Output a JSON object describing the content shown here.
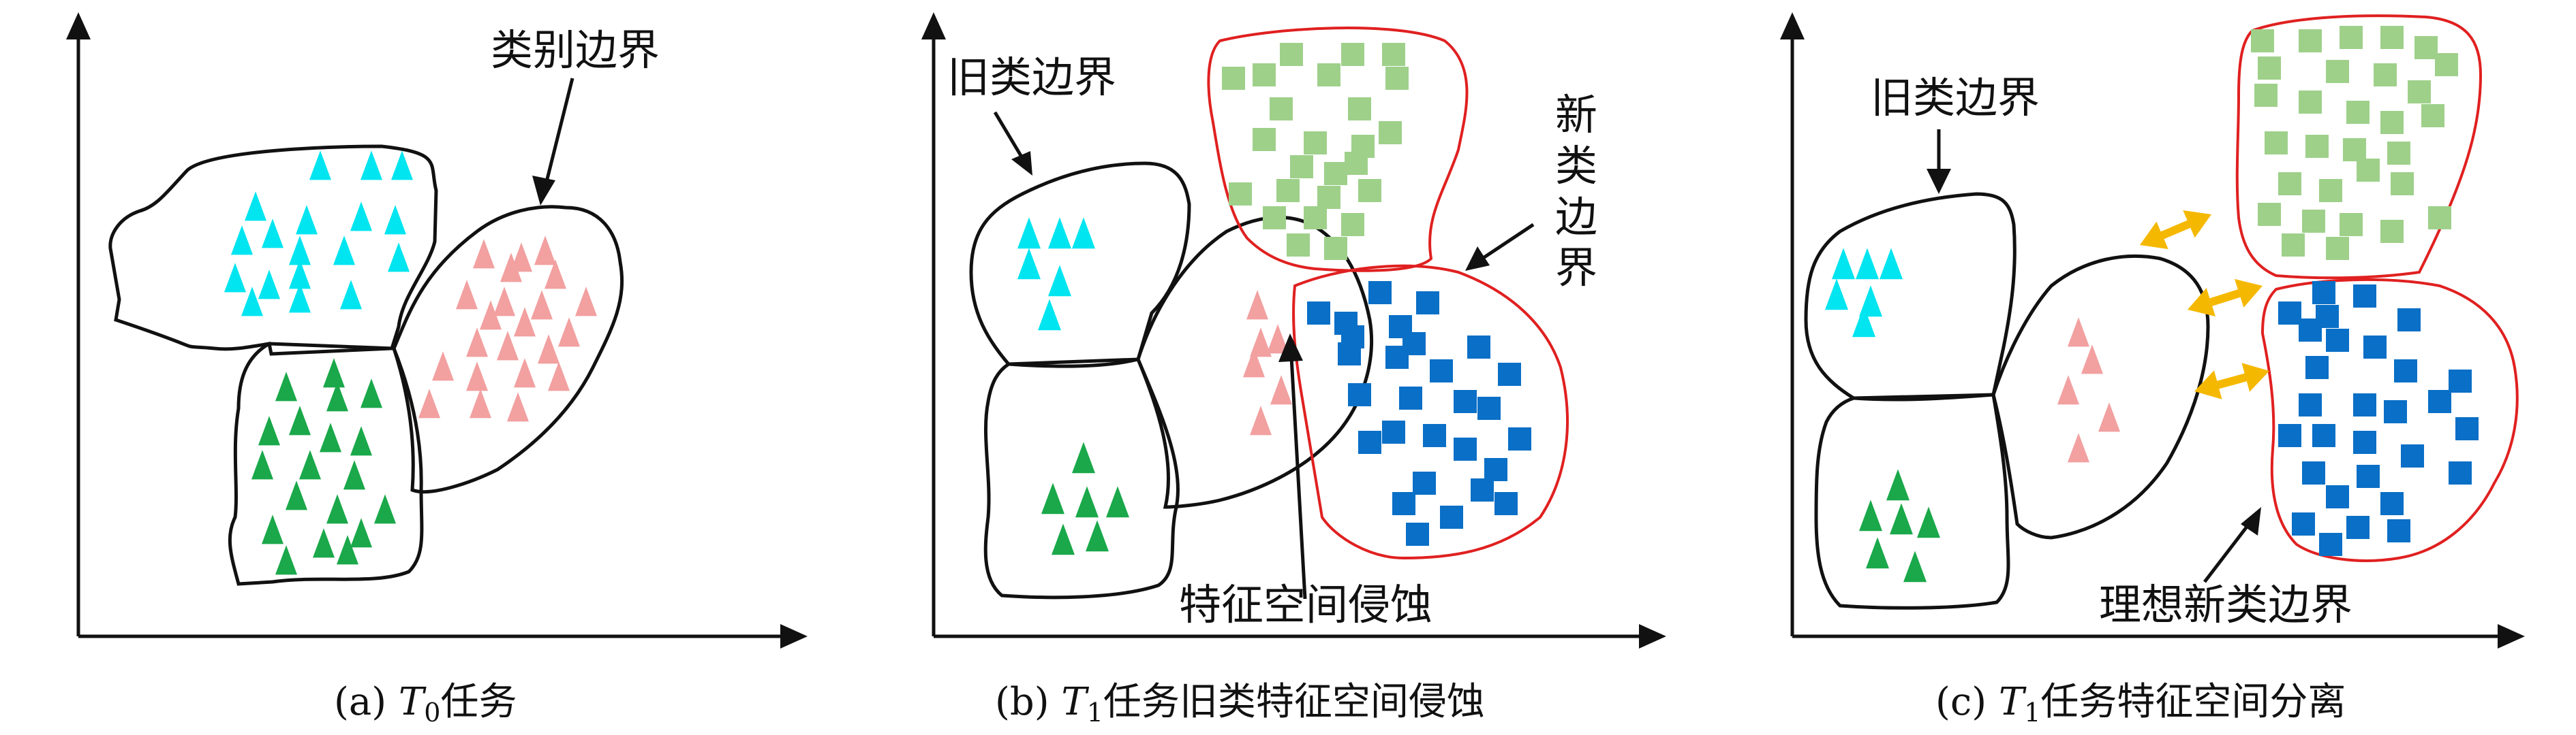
{
  "colors": {
    "cyan": "#00e5f0",
    "pink": "#f2a0a0",
    "green": "#1aa84a",
    "lightgreen": "#9ed08a",
    "blue": "#0a6fc6",
    "red_boundary": "#e02020",
    "orange_arrow": "#f5b800",
    "black": "#111111"
  },
  "panels": [
    {
      "id": "a",
      "caption_prefix": "(a) ",
      "caption_italic": "T",
      "caption_sub": "0",
      "caption_rest": "任务",
      "labels": {
        "boundary": "类别边界"
      }
    },
    {
      "id": "b",
      "caption_prefix": "(b) ",
      "caption_italic": "T",
      "caption_sub": "1",
      "caption_rest": "任务旧类特征空间侵蚀",
      "labels": {
        "old_boundary": "旧类边界",
        "new_boundary_chars": [
          "新",
          "类",
          "边",
          "界"
        ],
        "erosion": "特征空间侵蚀"
      }
    },
    {
      "id": "c",
      "caption_prefix": "(c) ",
      "caption_italic": "T",
      "caption_sub": "1",
      "caption_rest": "任务特征空间分离",
      "labels": {
        "old_boundary": "旧类边界",
        "ideal_boundary": "理想新类边界"
      }
    }
  ]
}
